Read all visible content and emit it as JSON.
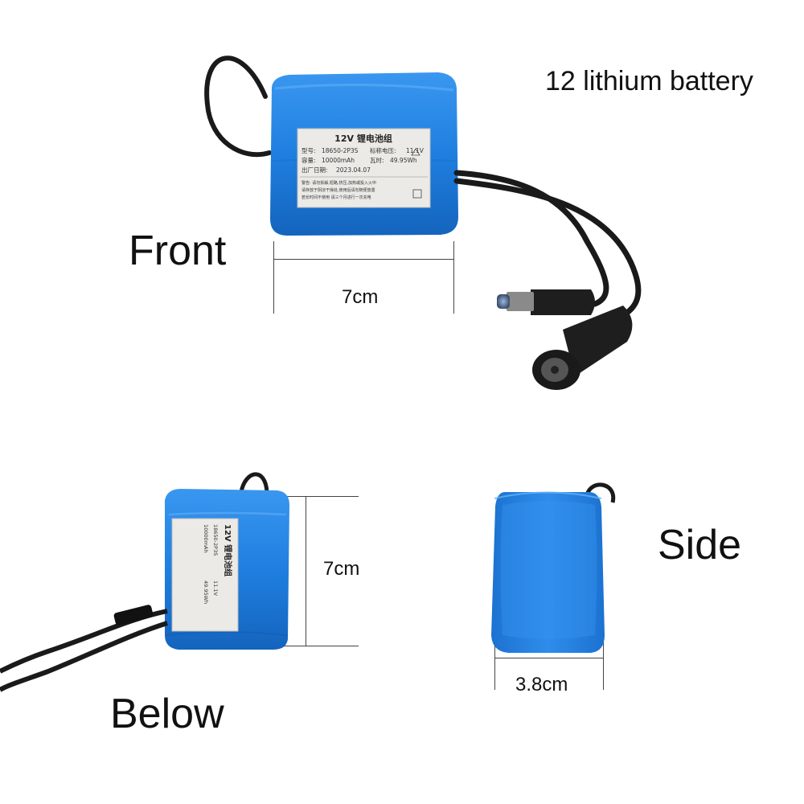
{
  "title": "12 lithium battery",
  "views": {
    "front": "Front",
    "below": "Below",
    "side": "Side"
  },
  "dimensions": {
    "front_width": "7cm",
    "below_height": "7cm",
    "side_width": "3.8cm"
  },
  "battery_label": {
    "heading": "12V 锂电池组",
    "model_key": "型号:",
    "model_value": "18650-2P3S",
    "voltage_key": "标称电压:",
    "voltage_value": "11.1V",
    "capacity_key": "容量:",
    "capacity_value": "10000mAh",
    "energy_key": "瓦时:",
    "energy_value": "49.95Wh",
    "date_key": "出厂日期:",
    "date_value": "2023.04.07",
    "warning_1": "警告: 请勿拆解,短路,挤压,加热或投入火中",
    "warning_2": "请存放于阴凉干燥处,使用后请勿随便放置",
    "warning_3": "若长时间不使用 请三个月进行一次充电"
  },
  "colors": {
    "battery_blue": "#1f7fe0",
    "battery_dark": "#1464bd",
    "cable": "#1a1a1a",
    "label_bg": "#eceae6"
  }
}
